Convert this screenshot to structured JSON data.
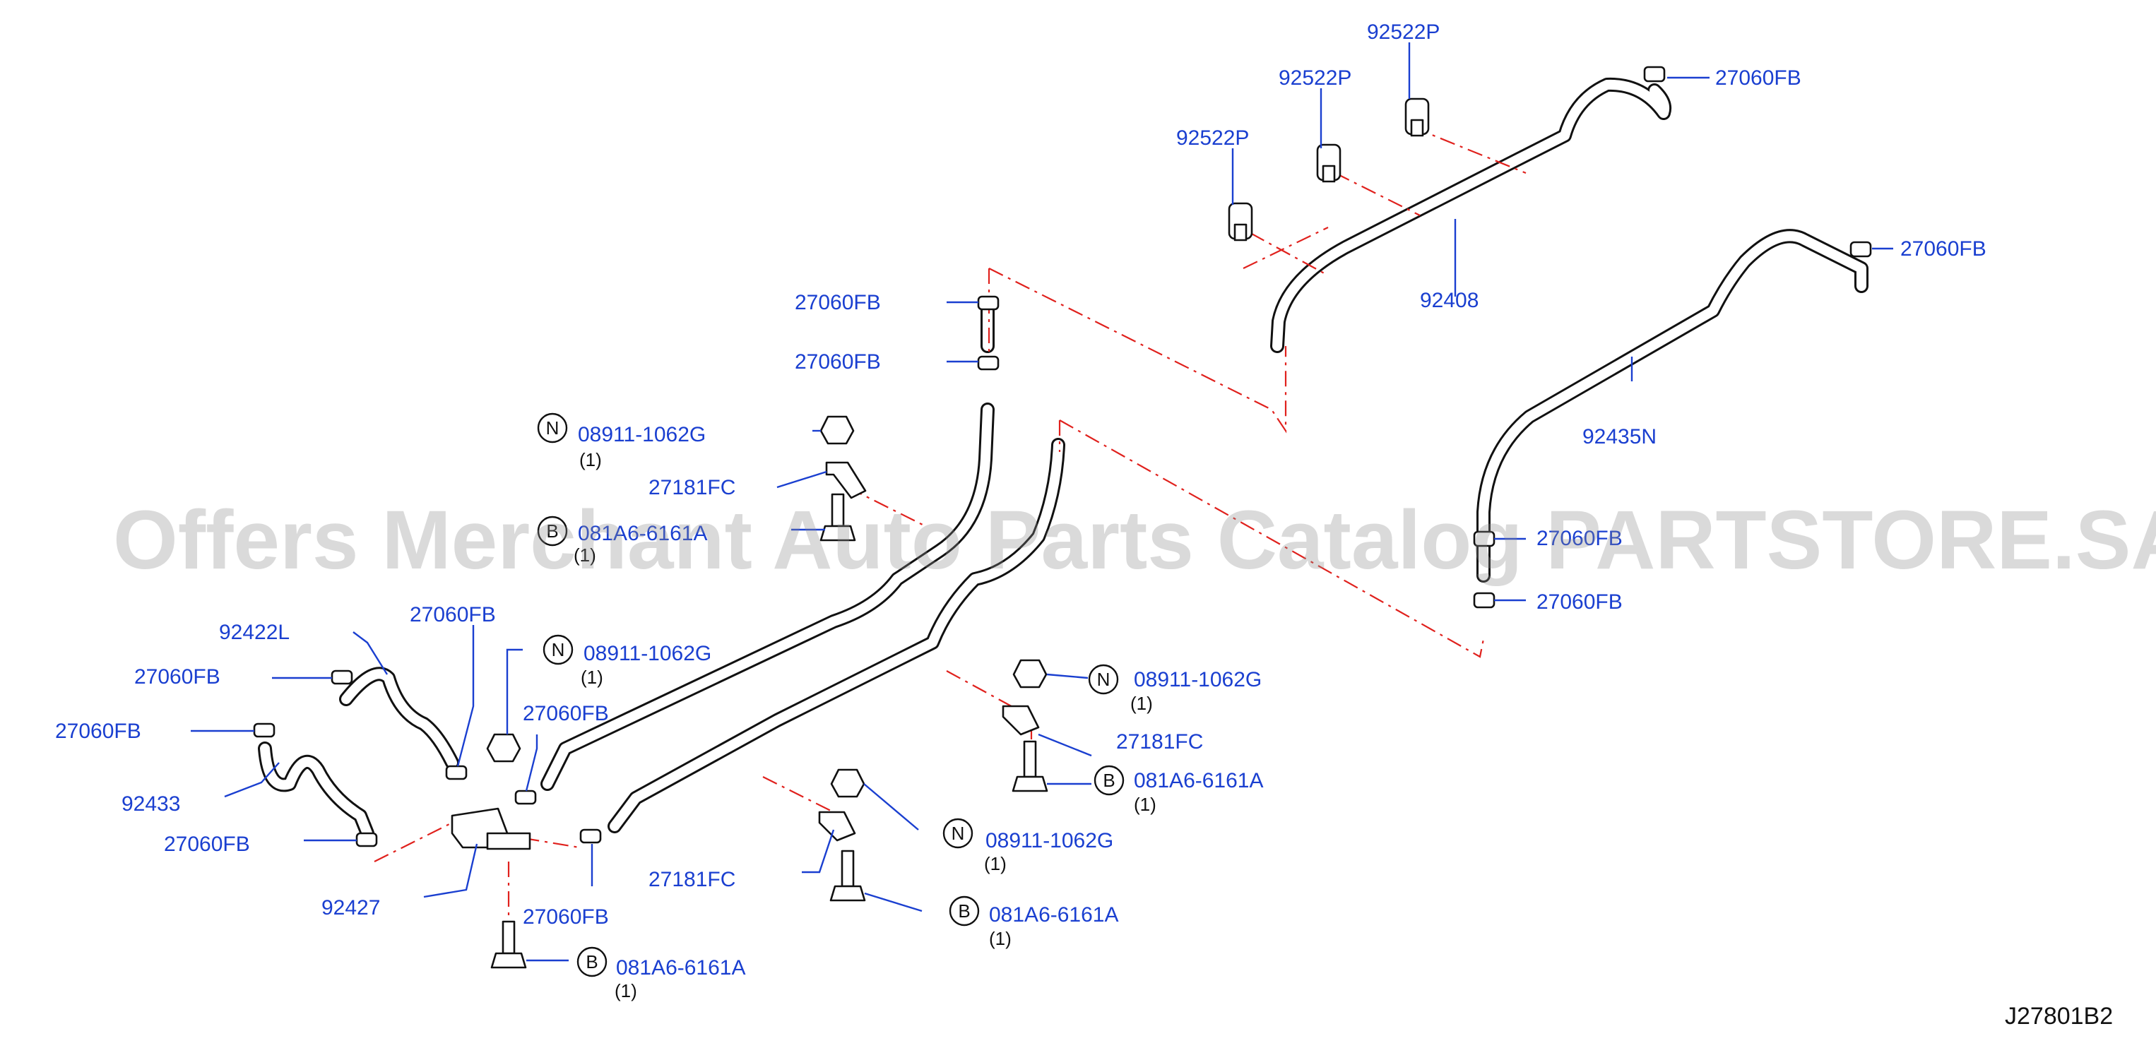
{
  "diagram": {
    "code": "J27801B2",
    "watermark": "Offers Merchant Auto Parts Catalog PARTSTORE.SA",
    "labels": {
      "l_92522P_top": "92522P",
      "l_92522P_mid": "92522P",
      "l_92522P_left": "92522P",
      "l_27060FB_tr1": "27060FB",
      "l_27060FB_tr2": "27060FB",
      "l_92408": "92408",
      "l_92435N": "92435N",
      "l_27060FB_r1": "27060FB",
      "l_27060FB_r2": "27060FB",
      "l_27060FB_c1": "27060FB",
      "l_27060FB_c2": "27060FB",
      "l_08911_top": "08911-1062G",
      "l_27181FC_top": "27181FC",
      "l_081A6_top": "081A6-6161A",
      "l_92422L": "92422L",
      "l_27060FB_l1": "27060FB",
      "l_27060FB_l2": "27060FB",
      "l_92433": "92433",
      "l_27060FB_l3": "27060FB",
      "l_27060FB_mid1": "27060FB",
      "l_08911_mid": "08911-1062G",
      "l_27060FB_mid2": "27060FB",
      "l_92427": "92427",
      "l_27060FB_bot": "27060FB",
      "l_081A6_botleft": "081A6-6161A",
      "l_08911_right": "08911-1062G",
      "l_27181FC_right": "27181FC",
      "l_081A6_right": "081A6-6161A",
      "l_08911_low": "08911-1062G",
      "l_27181FC_low": "27181FC",
      "l_081A6_low": "081A6-6161A"
    },
    "qty": {
      "q_08911_top": "(1)",
      "q_081A6_top": "(1)",
      "q_08911_mid": "(1)",
      "q_081A6_botleft": "(1)",
      "q_08911_right": "(1)",
      "q_081A6_right": "(1)",
      "q_08911_low": "(1)",
      "q_081A6_low": "(1)"
    },
    "badges": {
      "b_N_top": "N",
      "b_B_top": "B",
      "b_N_mid": "N",
      "b_B_botleft": "B",
      "b_N_right": "N",
      "b_B_right": "B",
      "b_N_low": "N",
      "b_B_low": "B"
    },
    "colors": {
      "callout": "#1a3fd0",
      "phantom_line": "#e0211d",
      "parts": "#111111",
      "watermark": "#8c8c8c"
    }
  }
}
